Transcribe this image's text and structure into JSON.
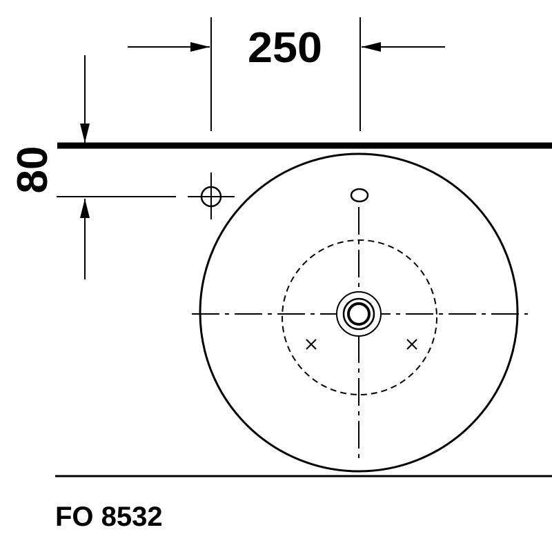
{
  "drawing": {
    "width_dimension": "250",
    "height_dimension": "80",
    "model_label": "FO 8532"
  },
  "colors": {
    "line": "#000000",
    "background": "#ffffff"
  }
}
